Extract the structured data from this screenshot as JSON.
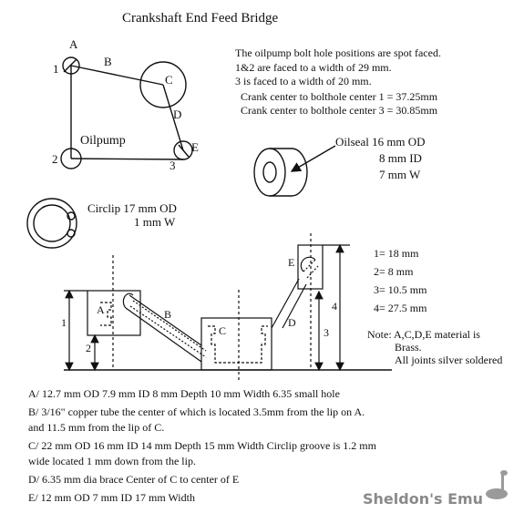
{
  "title": "Crankshaft End Feed Bridge",
  "pump": {
    "labels": {
      "A": "A",
      "B": "B",
      "C": "C",
      "D": "D",
      "E": "E",
      "p1": "1",
      "p2": "2",
      "p3": "3",
      "oilpump": "Oilpump"
    }
  },
  "notes_top": [
    "The oilpump bolt hole positions are spot faced.",
    "1&2 are faced to a width of 29 mm.",
    "3 is faced to a width of 20 mm.",
    "Crank center to bolthole center 1 = 37.25mm",
    "Crank center to bolthole center 3 = 30.85mm"
  ],
  "oilseal": {
    "l1": "Oilseal 16 mm  OD",
    "l2": "8 mm  ID",
    "l3": "7 mm  W"
  },
  "circlip": {
    "l1": "Circlip 17 mm OD",
    "l2": "1 mm  W"
  },
  "dims": [
    "1= 18 mm",
    "2= 8 mm",
    "3= 10.5 mm",
    "4= 27.5 mm"
  ],
  "material": [
    "Note: A,C,D,E material is",
    "Brass.",
    "All joints silver soldered"
  ],
  "side": {
    "A": "A",
    "B": "B",
    "C": "C",
    "D": "D",
    "E": "E",
    "d1": "1",
    "d2": "2",
    "d3": "3",
    "d4": "4"
  },
  "specs": [
    "A/  12.7 mm OD   7.9 mm ID    8 mm Depth    10 mm Width    6.35 small hole",
    "B/ 3/16\" copper tube  the center of which is located 3.5mm from the lip on A.",
    "  and 11.5 mm from the lip of C.",
    "C/  22 mm OD   16 mm ID   14 mm Depth   15 mm Width  Circlip groove is 1.2 mm",
    "  wide located 1 mm down from the lip.",
    "D/  6.35 mm dia brace   Center of C to center of E",
    "E/ 12 mm OD    7 mm ID     17 mm Width"
  ],
  "watermark": "Sheldon's Emu"
}
